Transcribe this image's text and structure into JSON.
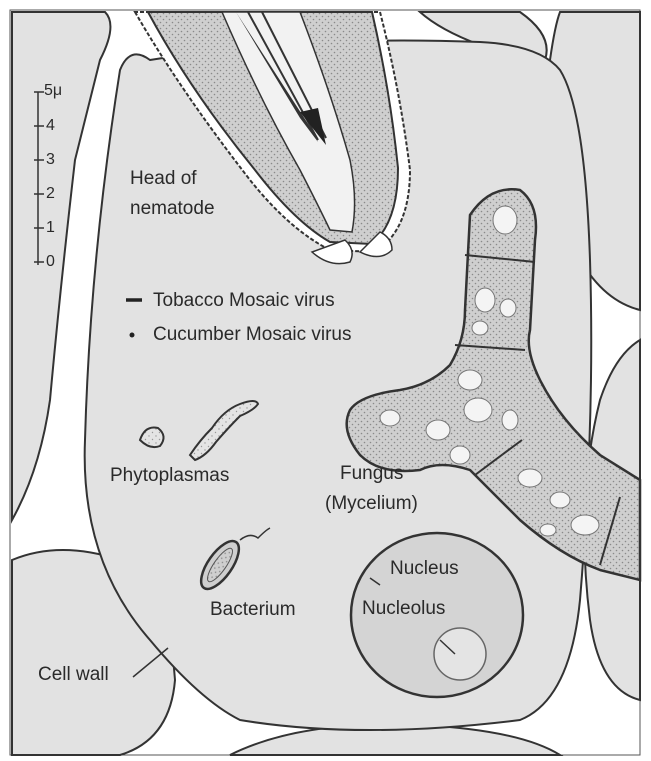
{
  "scale": {
    "ticks": [
      "5μ",
      "4",
      "3",
      "2",
      "1",
      "0"
    ]
  },
  "labels": {
    "nematode_line1": "Head of",
    "nematode_line2": "nematode",
    "tmv": "Tobacco Mosaic virus",
    "cmv": "Cucumber Mosaic virus",
    "phytoplasmas": "Phytoplasmas",
    "fungus_line1": "Fungus",
    "fungus_line2": "(Mycelium)",
    "bacterium": "Bacterium",
    "nucleus": "Nucleus",
    "nucleolus": "Nucleolus",
    "cell_wall": "Cell wall"
  },
  "colors": {
    "cell_fill": "#e2e2e2",
    "wall_fill": "#ffffff",
    "outline": "#333333",
    "stipple": "#c4c4c4",
    "nucleus_fill": "#d4d4d4"
  }
}
